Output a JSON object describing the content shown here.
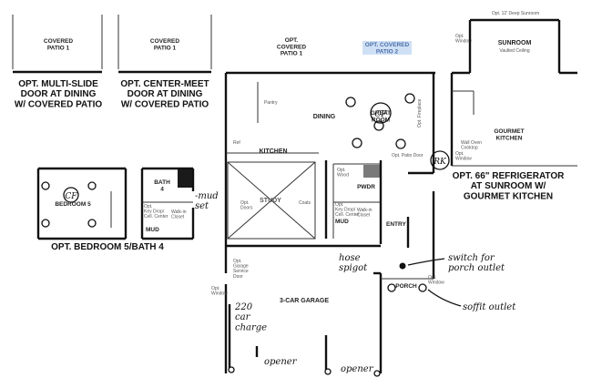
{
  "labels": {
    "covered_patio_a": "COVERED\nPATIO 1",
    "covered_patio_b": "COVERED\nPATIO 1",
    "opt_covered_patio_1": "OPT.\nCOVERED\nPATIO 1",
    "opt_covered_patio_2": "OPT. COVERED\nPATIO 2",
    "sunroom": "SUNROOM",
    "sunroom_sub": "Vaulted Ceiling",
    "sunroom_top": "Opt. 12' Deep Sunroom",
    "opt_window_top": "Opt.\nWindow",
    "dining": "DINING",
    "great_room": "GREAT\nROOM",
    "kitchen": "KITCHEN",
    "study": "STUDY",
    "gourmet_kitchen": "GOURMET\nKITCHEN",
    "bedroom5": "BEDROOM 5",
    "bath4": "BATH\n4",
    "mud_left": "MUD",
    "mud_right": "MUD",
    "pwdr": "PWDR",
    "entry": "ENTRY",
    "porch": "PORCH",
    "garage": "3-CAR GARAGE",
    "opt_patio_door": "Opt. Patio Door",
    "pantry": "Pantry",
    "ref": "Ref",
    "opt_window_left": "Opt.\nWindow",
    "opt_window_bottom": "Opt.\nWindow",
    "opt_garage_door": "Opt.\nGarage\nService\nDoor",
    "opt_kdrop": "Opt.\nKey Drop/\nCell. Center",
    "walkin_closet": "Walk-in\nCloset",
    "opt_kdrop_2": "Opt.\nKey Drop/\nCell. Center",
    "walkin_closet_2": "Walk-in\nCloset",
    "opt_wood": "Opt.\nWood",
    "coats": "Coats",
    "opt_doors": "Opt.\nDoors",
    "opt_window_gourmet": "Opt.\nWindow",
    "opt_fireplace": "Opt. Fireplace",
    "wall_oven": "Wall Oven\nCooktop"
  },
  "captions": {
    "multi_slide": "OPT. MULTI-SLIDE\nDOOR AT DINING\nW/ COVERED PATIO",
    "center_meet": "OPT. CENTER-MEET\nDOOR AT DINING\nW/ COVERED PATIO",
    "refrigerator": "OPT. 66\" REFRIGERATOR\nAT SUNROOM W/\nGOURMET KITCHEN",
    "bedroom_bath": "OPT. BEDROOM 5/BATH 4"
  },
  "handwritten": {
    "cf_bedroom": "CF",
    "cf_great": "CF",
    "rk": "RK",
    "mud_set": "-mud\nset",
    "hose": "hose\nspigot",
    "switch": "switch for\nporch outlet",
    "soffit": "soffit outlet",
    "car_charge": "220\ncar\ncharge",
    "opener_1": "opener",
    "opener_2": "opener"
  },
  "colors": {
    "ink": "#111111",
    "highlight": "#cfe0f5",
    "highlight_text": "#4a6fa8"
  }
}
